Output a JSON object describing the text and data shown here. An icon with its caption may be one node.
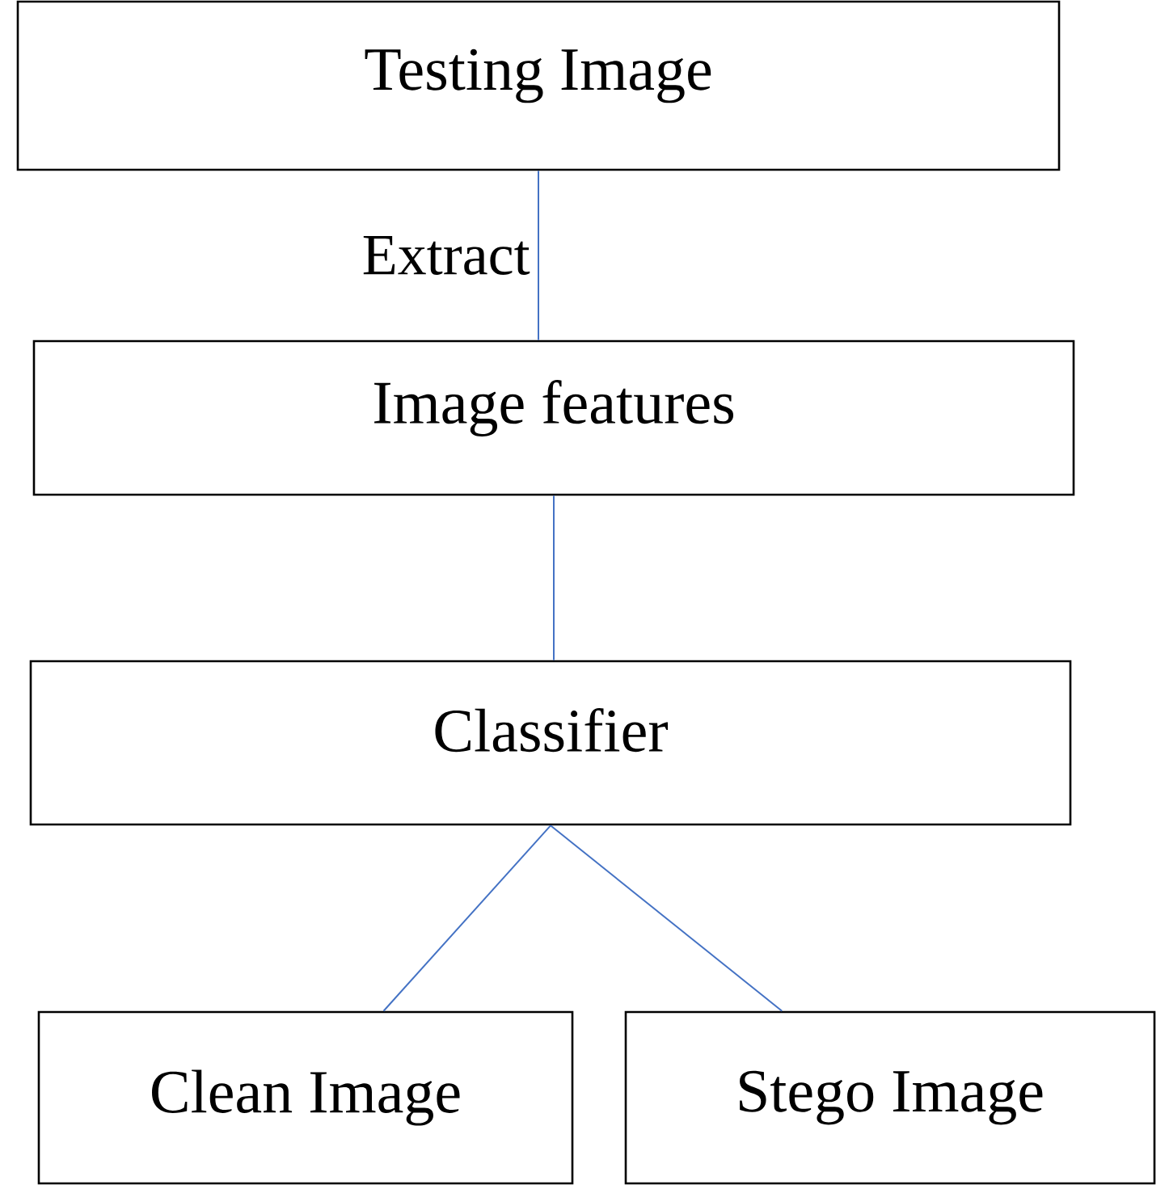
{
  "diagram": {
    "nodes": [
      {
        "text": [
          "Testing Image"
        ]
      },
      {
        "text": [
          "Image features"
        ]
      },
      {
        "text": [
          "Classifier"
        ]
      },
      {
        "text": [
          "Clean Image"
        ]
      },
      {
        "text": [
          "Stego Image"
        ]
      }
    ],
    "edges": [
      {
        "from": 0,
        "to": 1,
        "arrow": "none",
        "label": "Extract"
      },
      {
        "from": 1,
        "to": 2,
        "arrow": "none"
      },
      {
        "from": 2,
        "to": 3,
        "arrow": "none"
      },
      {
        "from": 2,
        "to": 4,
        "arrow": "none"
      }
    ]
  }
}
